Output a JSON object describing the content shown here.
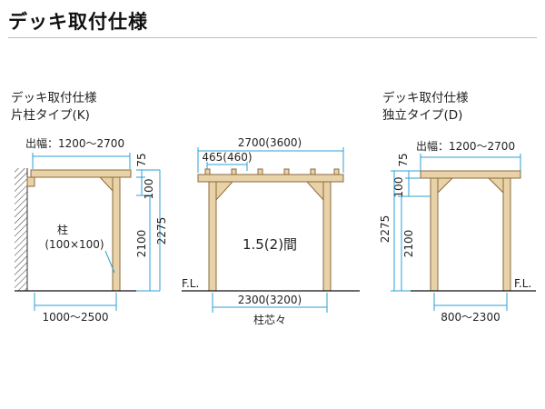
{
  "page": {
    "title": "デッキ取付仕様"
  },
  "left": {
    "heading_line1": "デッキ取付仕様",
    "heading_line2": "片柱タイプ(K)",
    "overhang": "出幅：1200〜2700",
    "post_label_1": "柱",
    "post_label_2": "(100×100)",
    "dim_75": "75",
    "dim_100": "100",
    "dim_2100": "2100",
    "dim_2275": "2275",
    "bottom_width": "1000〜2500"
  },
  "middle": {
    "top_width": "2700(3600)",
    "rafter_pitch": "465(460)",
    "bay_label": "1.5(2)間",
    "fl_label": "F.L.",
    "bottom_width": "2300(3200)",
    "bottom_caption": "柱芯々"
  },
  "right": {
    "heading_line1": "デッキ取付仕様",
    "heading_line2": "独立タイプ(D)",
    "overhang": "出幅：1200〜2700",
    "dim_75": "75",
    "dim_100": "100",
    "dim_2275": "2275",
    "dim_2100": "2100",
    "fl_label": "F.L.",
    "bottom_width": "800〜2300"
  },
  "colors": {
    "dimension": "#2e9fd4",
    "wood_fill": "#e8d2a8",
    "wood_stroke": "#8c6a3c"
  }
}
